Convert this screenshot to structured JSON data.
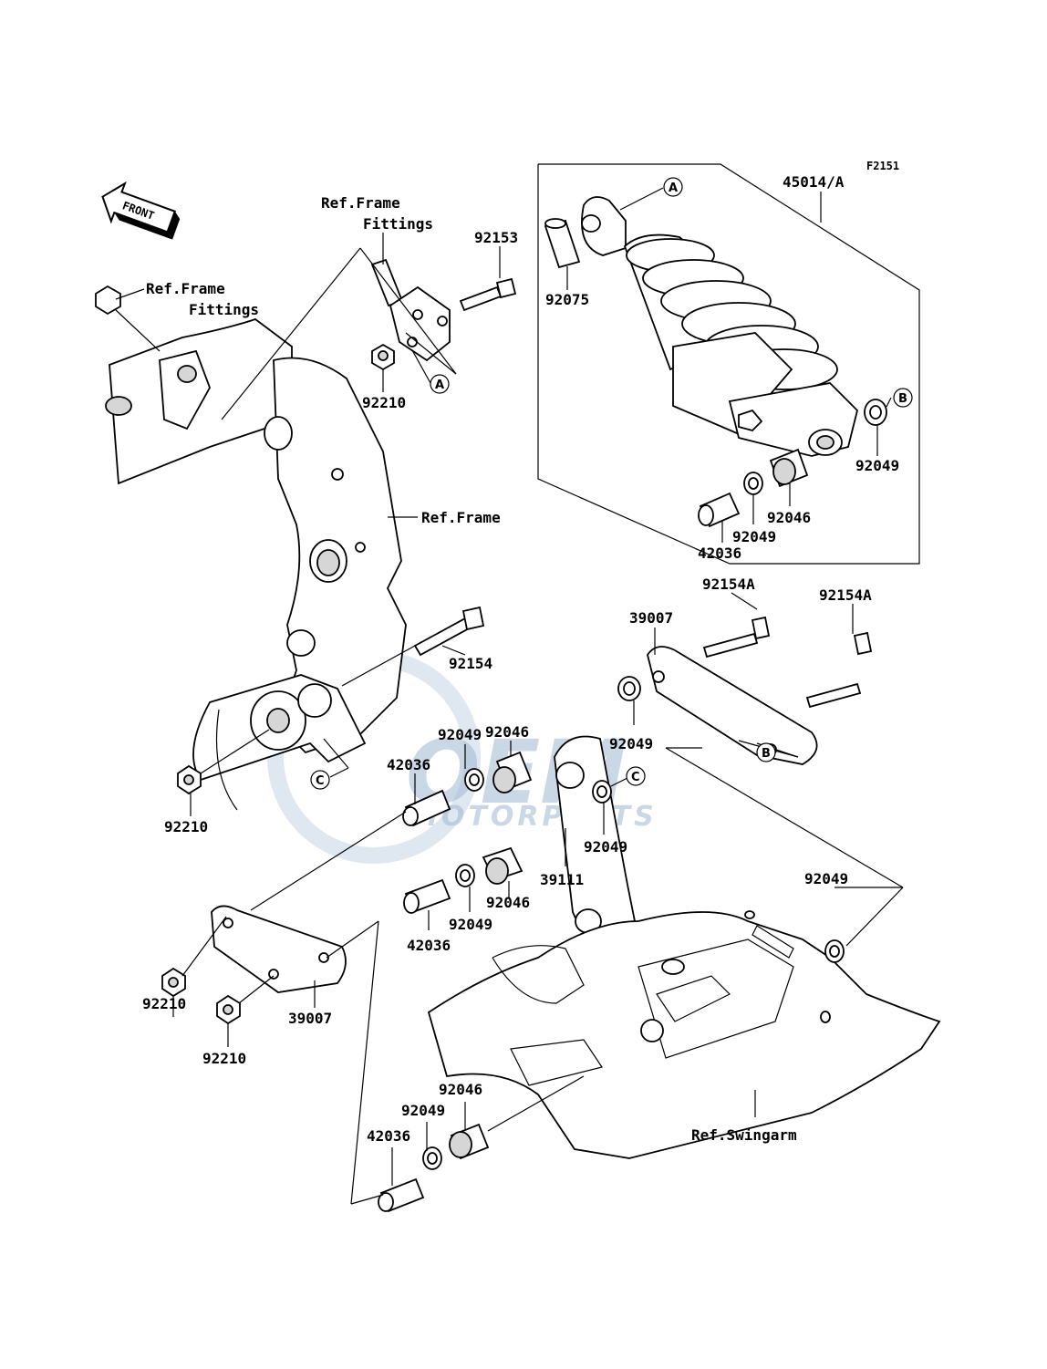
{
  "figure_code": "F2151",
  "front_label": "FRONT",
  "watermark": {
    "brand": "OEM",
    "sub": "MOTORPARTS"
  },
  "refs": {
    "frame_fittings_top_1": "Ref.Frame",
    "frame_fittings_top_2": "Fittings",
    "frame_fittings_left_1": "Ref.Frame",
    "frame_fittings_left_2": "Fittings",
    "frame": "Ref.Frame",
    "swingarm": "Ref.Swingarm"
  },
  "markers": {
    "a": "A",
    "b": "B",
    "c": "C"
  },
  "parts": {
    "shock_assy": "45014/A",
    "p92153": "92153",
    "p92075": "92075",
    "p92210_top": "92210",
    "p92049_shock_right": "92049",
    "p92046_shock": "92046",
    "p92049_shock_low": "92049",
    "p42036_shock": "42036",
    "p92154A_1": "92154A",
    "p92154A_2": "92154A",
    "p39007_top": "39007",
    "p92154": "92154",
    "p92046_mid": "92046",
    "p92049_mid_left": "92049",
    "p42036_mid": "42036",
    "p92049_mid_right": "92049",
    "p92049_mid_right_low": "92049",
    "p39111": "39111",
    "p92046_low": "92046",
    "p92049_low": "92049",
    "p42036_low": "42036",
    "p92210_left": "92210",
    "p92049_swing": "92049",
    "p92210_rod1": "92210",
    "p92210_rod2": "92210",
    "p39007_bottom": "39007",
    "p92046_bottom": "92046",
    "p92049_bottom": "92049",
    "p42036_bottom": "42036"
  }
}
